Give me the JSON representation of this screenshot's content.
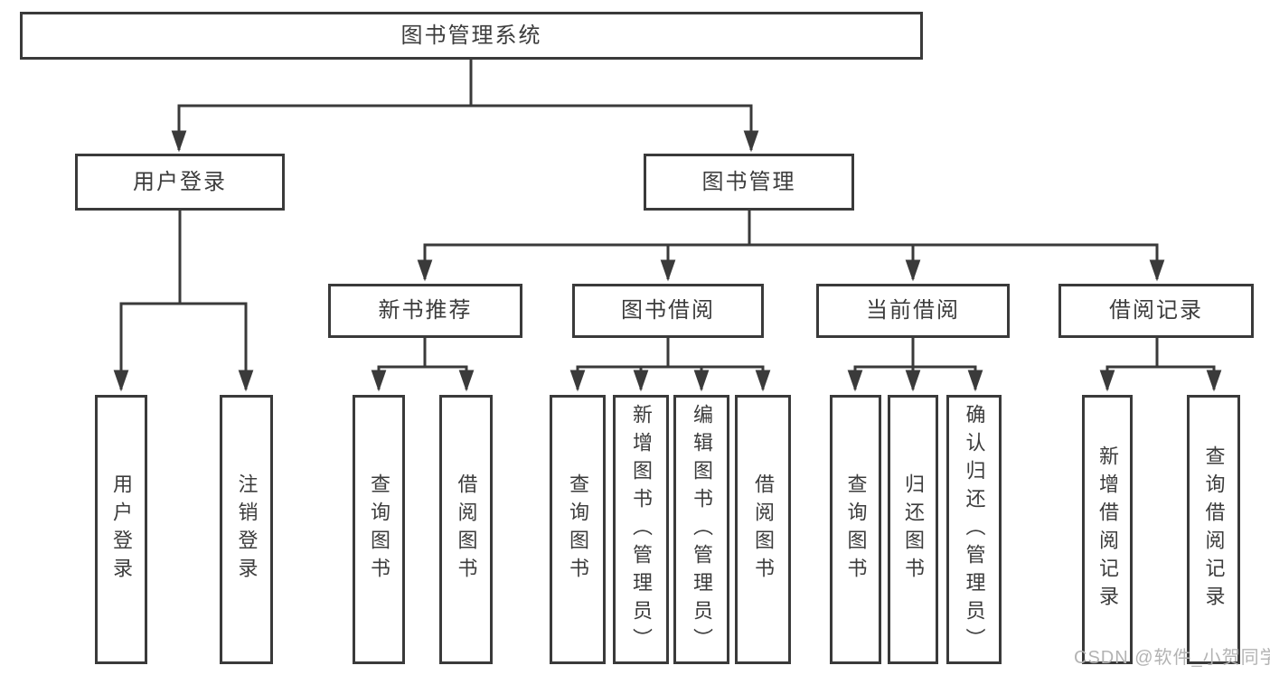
{
  "tree": {
    "root": {
      "label": "图书管理系统"
    },
    "children": [
      {
        "label": "用户登录",
        "children": [
          {
            "label": "用户登录"
          },
          {
            "label": "注销登录"
          }
        ]
      },
      {
        "label": "图书管理",
        "children": [
          {
            "label": "新书推荐",
            "children": [
              {
                "label": "查询图书"
              },
              {
                "label": "借阅图书"
              }
            ]
          },
          {
            "label": "图书借阅",
            "children": [
              {
                "label": "查询图书"
              },
              {
                "label": "新增图书（管理员）"
              },
              {
                "label": "编辑图书（管理员）"
              },
              {
                "label": "借阅图书"
              }
            ]
          },
          {
            "label": "当前借阅",
            "children": [
              {
                "label": "查询图书"
              },
              {
                "label": "归还图书"
              },
              {
                "label": "确认归还（管理员）"
              }
            ]
          },
          {
            "label": "借阅记录",
            "children": [
              {
                "label": "新增借阅记录"
              },
              {
                "label": "查询借阅记录"
              }
            ]
          }
        ]
      }
    ]
  },
  "watermark": {
    "text": "CSDN @软件_小贺同学"
  },
  "colors": {
    "line": "#3a3a3a",
    "box_border": "#3a3a3a",
    "text": "#3c3c3c",
    "watermark": "#b3b3b3",
    "background": "#ffffff"
  }
}
